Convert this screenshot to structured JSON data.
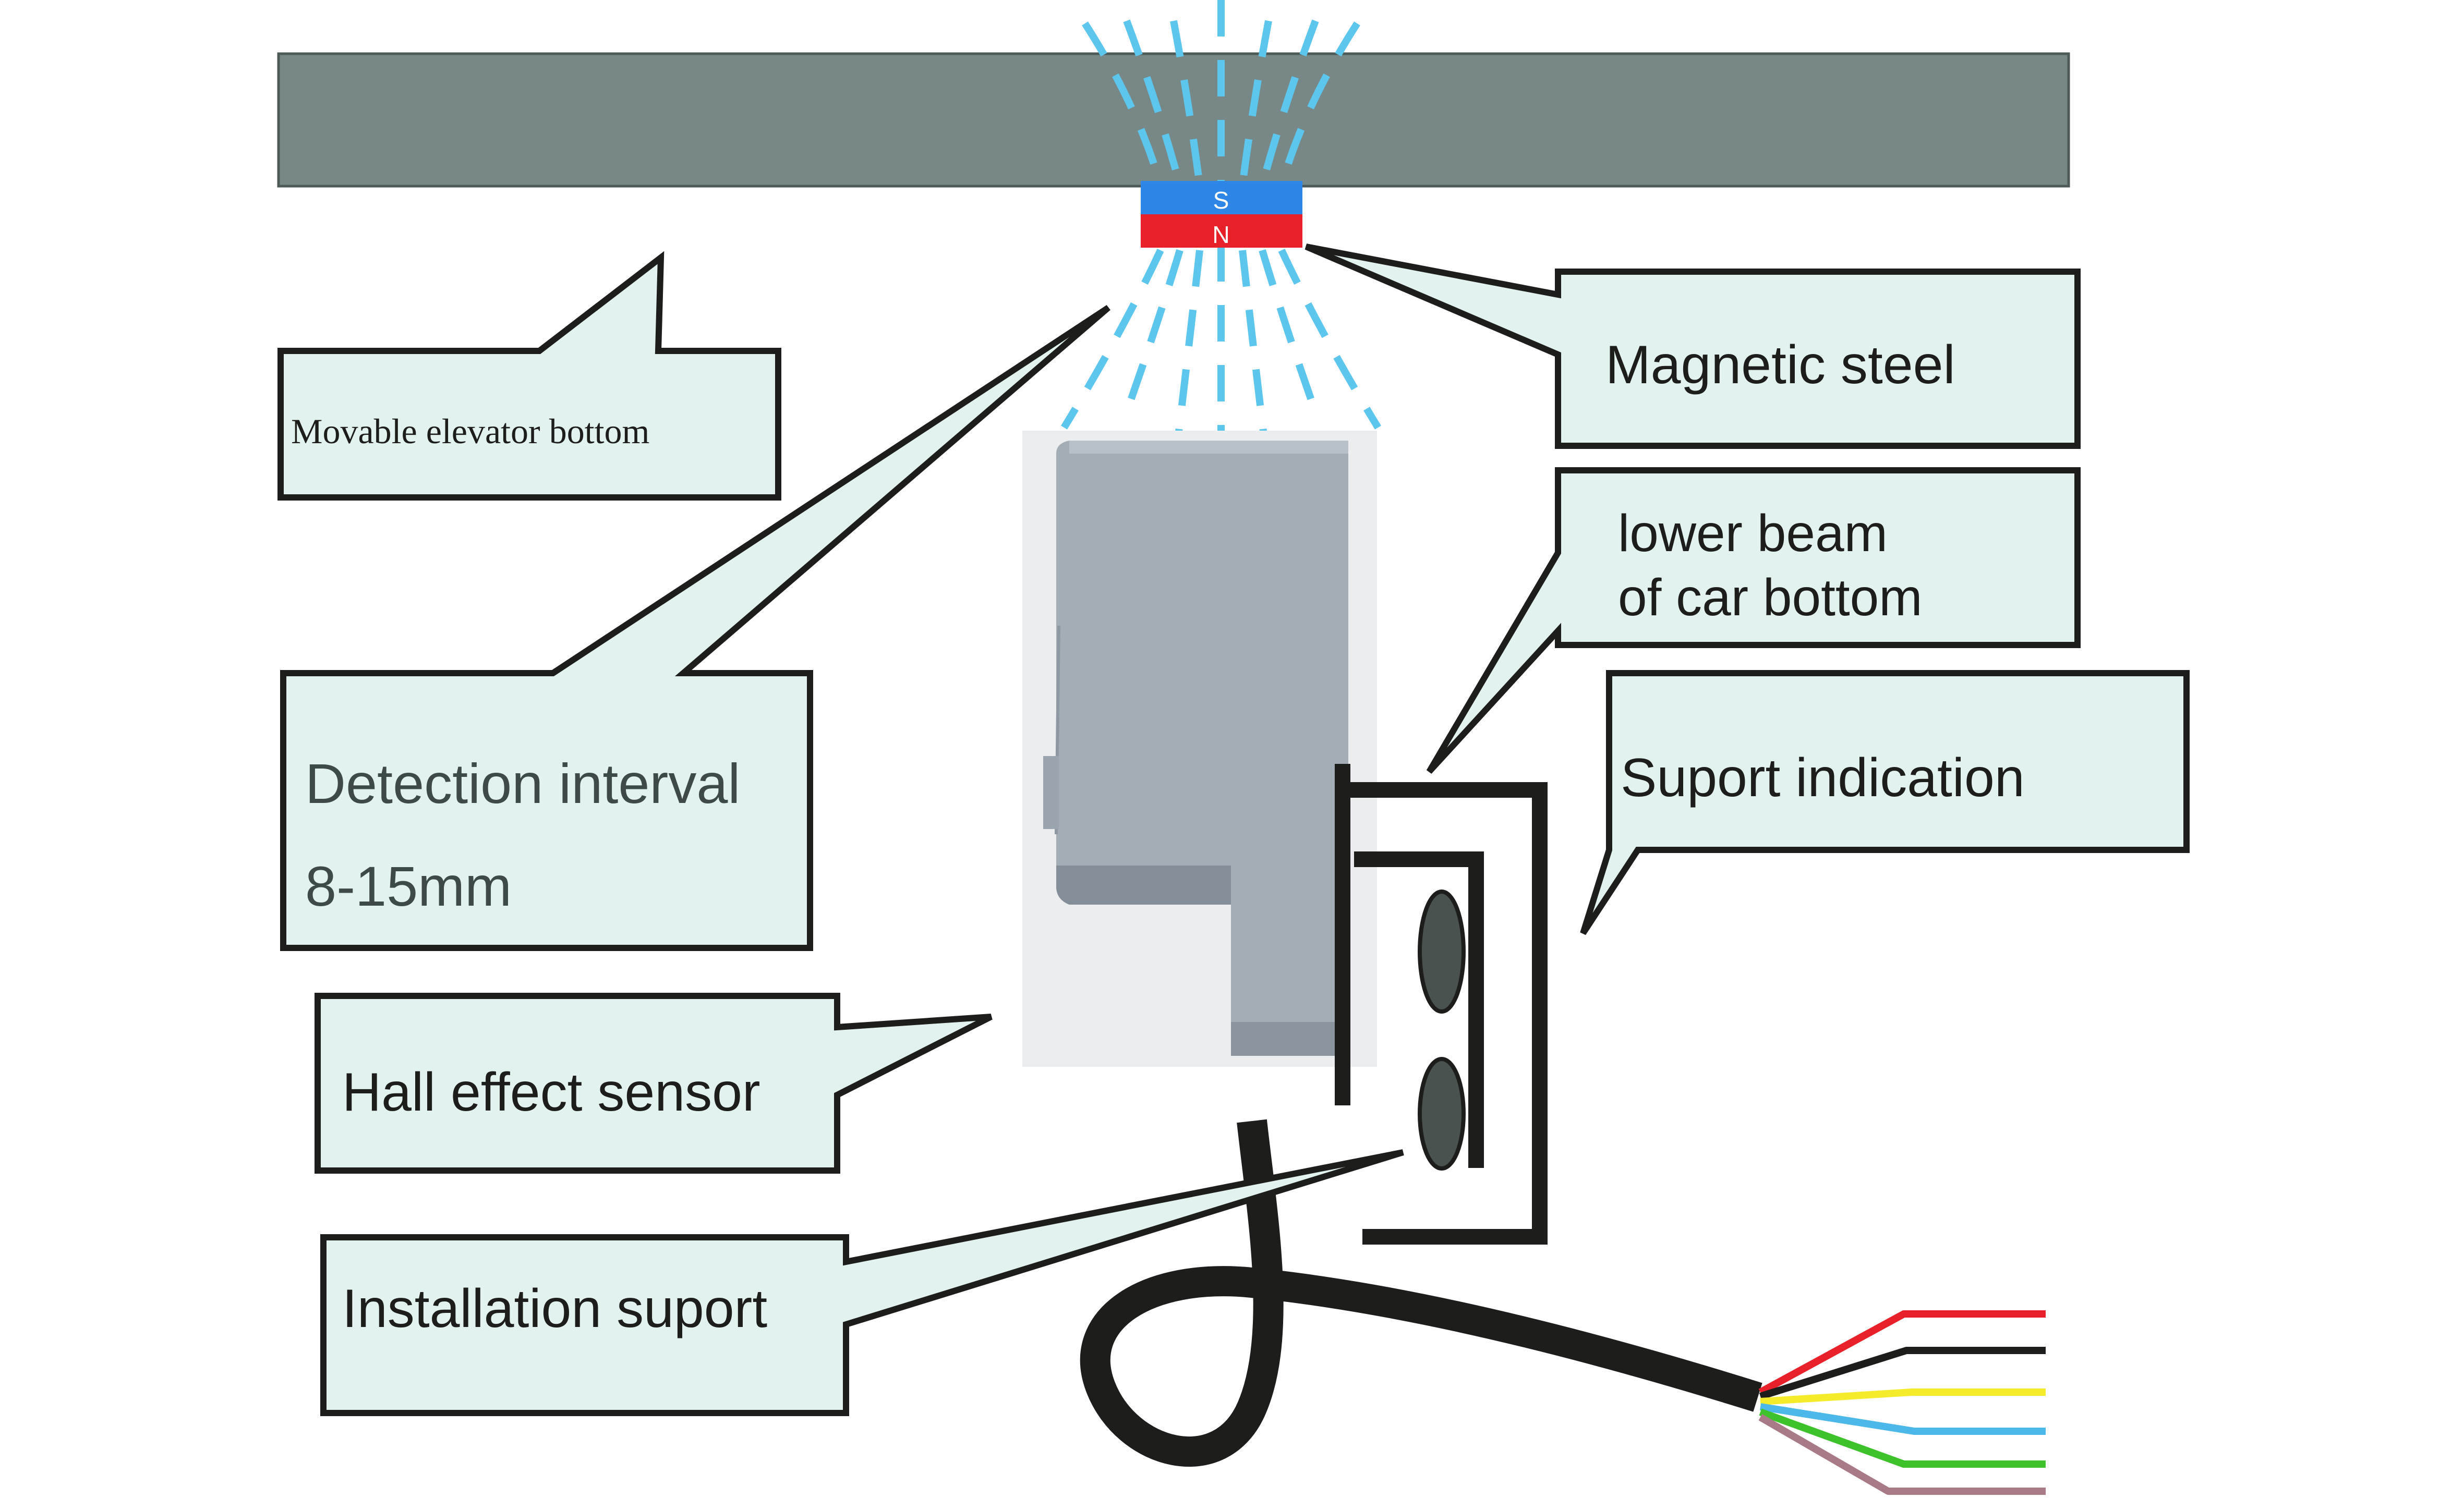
{
  "magnet": {
    "south_label": "S",
    "north_label": "N"
  },
  "labels": {
    "movable_bottom": "Movable elevator bottom",
    "magnetic_steel": "Magnetic steel",
    "lower_beam_line1": "lower beam",
    "lower_beam_line2": "of car bottom",
    "detection_line1": "Detection interval",
    "detection_line2": "8-15mm",
    "support_indication": "Suport indication",
    "hall_sensor": "Hall effect sensor",
    "installation_support": "Installation suport"
  },
  "colors": {
    "beam": "#788886",
    "callout_fill": "#e2f2ee",
    "field_lines": "#5cc6ec",
    "magnet_south": "#2e86e6",
    "magnet_north": "#e8202a",
    "sensor_body": "#a3adb6",
    "sensor_background": "#ecedef",
    "bracket": "#1d1d1b",
    "bolt": "#4a5250",
    "cable": "#1d1d1b",
    "wire_red": "#e8202a",
    "wire_black": "#1d1d1b",
    "wire_yellow": "#f4ec2a",
    "wire_blue": "#4cb8ea",
    "wire_green": "#3ec22c",
    "wire_mauve": "#a87a86"
  }
}
